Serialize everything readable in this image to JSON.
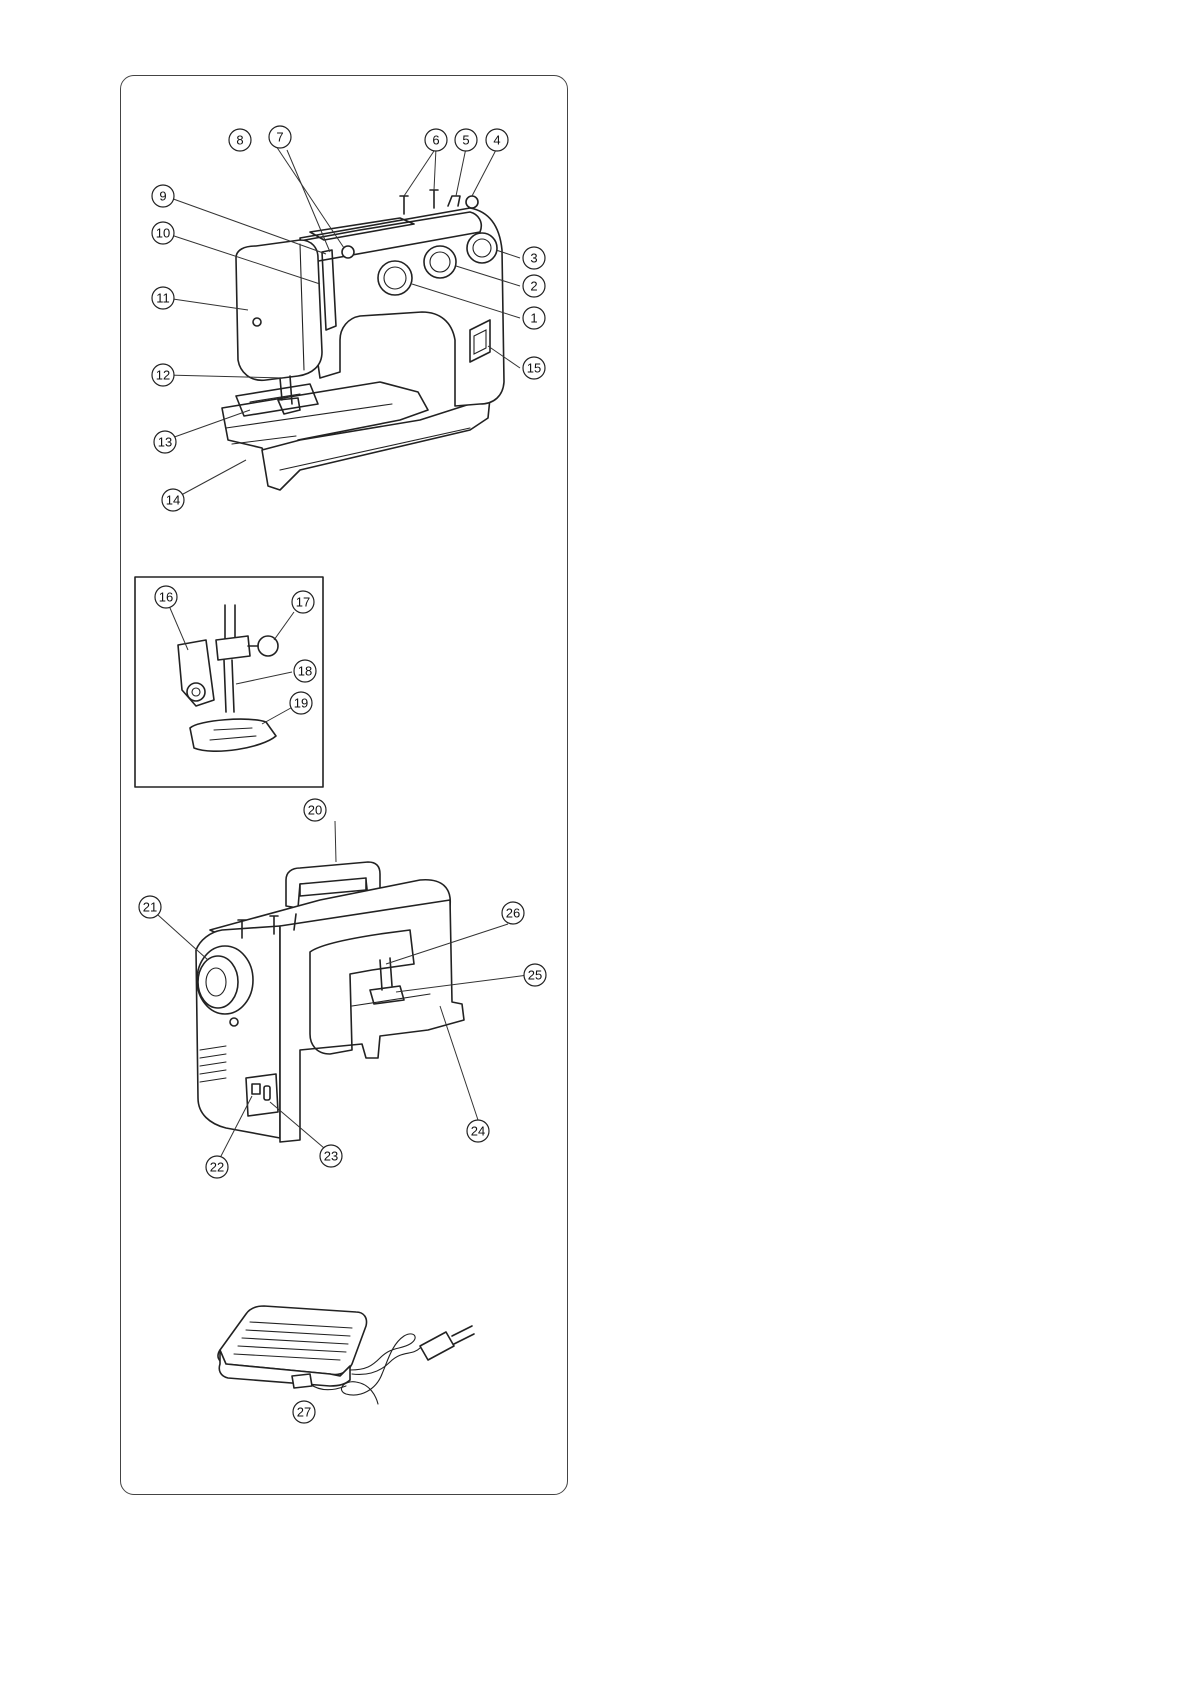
{
  "callouts": [
    {
      "id": "1",
      "label": "1"
    },
    {
      "id": "2",
      "label": "2"
    },
    {
      "id": "3",
      "label": "3"
    },
    {
      "id": "4",
      "label": "4"
    },
    {
      "id": "5",
      "label": "5"
    },
    {
      "id": "6",
      "label": "6"
    },
    {
      "id": "7",
      "label": "7"
    },
    {
      "id": "8",
      "label": "8"
    },
    {
      "id": "9",
      "label": "9"
    },
    {
      "id": "10",
      "label": "10"
    },
    {
      "id": "11",
      "label": "11"
    },
    {
      "id": "12",
      "label": "12"
    },
    {
      "id": "13",
      "label": "13"
    },
    {
      "id": "14",
      "label": "14"
    },
    {
      "id": "15",
      "label": "15"
    },
    {
      "id": "16",
      "label": "16"
    },
    {
      "id": "17",
      "label": "17"
    },
    {
      "id": "18",
      "label": "18"
    },
    {
      "id": "19",
      "label": "19"
    },
    {
      "id": "20",
      "label": "20"
    },
    {
      "id": "21",
      "label": "21"
    },
    {
      "id": "22",
      "label": "22"
    },
    {
      "id": "23",
      "label": "23"
    },
    {
      "id": "24",
      "label": "24"
    },
    {
      "id": "25",
      "label": "25"
    },
    {
      "id": "26",
      "label": "26"
    },
    {
      "id": "27",
      "label": "27"
    }
  ],
  "illustrations": {
    "front": "sewing-machine-front-illustration",
    "presser_foot": "presser-foot-detail-illustration",
    "rear": "sewing-machine-rear-illustration",
    "foot_control": "foot-control-illustration"
  }
}
